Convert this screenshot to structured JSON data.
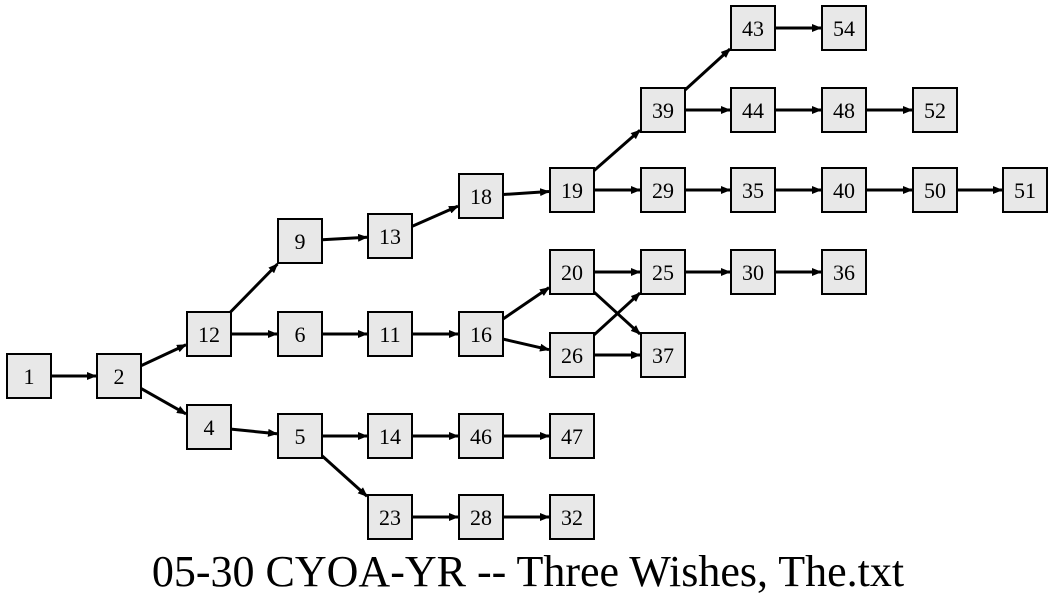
{
  "title": "05-30 CYOA-YR -- Three Wishes, The.txt",
  "nodes": [
    {
      "id": "1",
      "label": "1"
    },
    {
      "id": "2",
      "label": "2"
    },
    {
      "id": "12",
      "label": "12"
    },
    {
      "id": "4",
      "label": "4"
    },
    {
      "id": "9",
      "label": "9"
    },
    {
      "id": "6",
      "label": "6"
    },
    {
      "id": "5",
      "label": "5"
    },
    {
      "id": "13",
      "label": "13"
    },
    {
      "id": "11",
      "label": "11"
    },
    {
      "id": "14",
      "label": "14"
    },
    {
      "id": "23",
      "label": "23"
    },
    {
      "id": "18",
      "label": "18"
    },
    {
      "id": "16",
      "label": "16"
    },
    {
      "id": "46",
      "label": "46"
    },
    {
      "id": "28",
      "label": "28"
    },
    {
      "id": "19",
      "label": "19"
    },
    {
      "id": "20",
      "label": "20"
    },
    {
      "id": "26",
      "label": "26"
    },
    {
      "id": "47",
      "label": "47"
    },
    {
      "id": "32",
      "label": "32"
    },
    {
      "id": "39",
      "label": "39"
    },
    {
      "id": "29",
      "label": "29"
    },
    {
      "id": "25",
      "label": "25"
    },
    {
      "id": "37",
      "label": "37"
    },
    {
      "id": "43",
      "label": "43"
    },
    {
      "id": "44",
      "label": "44"
    },
    {
      "id": "35",
      "label": "35"
    },
    {
      "id": "30",
      "label": "30"
    },
    {
      "id": "54",
      "label": "54"
    },
    {
      "id": "48",
      "label": "48"
    },
    {
      "id": "40",
      "label": "40"
    },
    {
      "id": "36",
      "label": "36"
    },
    {
      "id": "52",
      "label": "52"
    },
    {
      "id": "50",
      "label": "50"
    },
    {
      "id": "51",
      "label": "51"
    }
  ],
  "edges": [
    [
      "1",
      "2"
    ],
    [
      "2",
      "12"
    ],
    [
      "2",
      "4"
    ],
    [
      "12",
      "9"
    ],
    [
      "12",
      "6"
    ],
    [
      "4",
      "5"
    ],
    [
      "9",
      "13"
    ],
    [
      "6",
      "11"
    ],
    [
      "5",
      "14"
    ],
    [
      "5",
      "23"
    ],
    [
      "13",
      "18"
    ],
    [
      "11",
      "16"
    ],
    [
      "14",
      "46"
    ],
    [
      "23",
      "28"
    ],
    [
      "18",
      "19"
    ],
    [
      "16",
      "20"
    ],
    [
      "16",
      "26"
    ],
    [
      "46",
      "47"
    ],
    [
      "28",
      "32"
    ],
    [
      "19",
      "39"
    ],
    [
      "19",
      "29"
    ],
    [
      "20",
      "25"
    ],
    [
      "20",
      "37"
    ],
    [
      "26",
      "25"
    ],
    [
      "26",
      "37"
    ],
    [
      "39",
      "43"
    ],
    [
      "39",
      "44"
    ],
    [
      "29",
      "35"
    ],
    [
      "25",
      "30"
    ],
    [
      "43",
      "54"
    ],
    [
      "44",
      "48"
    ],
    [
      "35",
      "40"
    ],
    [
      "30",
      "36"
    ],
    [
      "48",
      "52"
    ],
    [
      "40",
      "50"
    ],
    [
      "50",
      "51"
    ]
  ]
}
